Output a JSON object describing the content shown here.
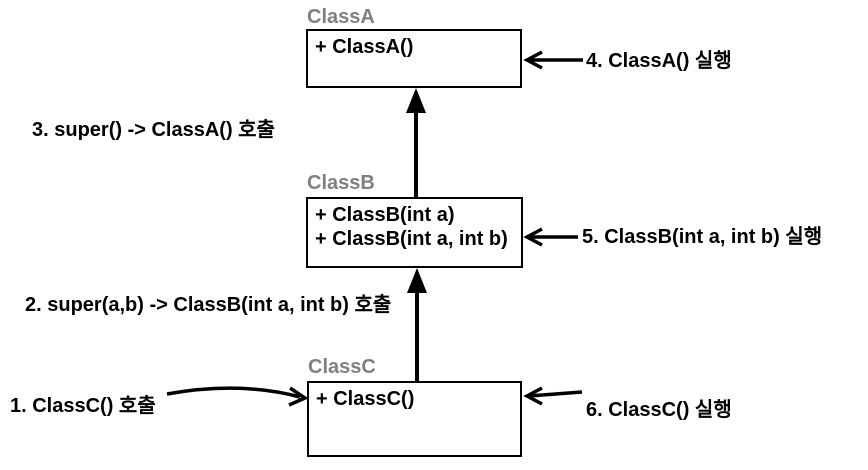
{
  "diagram": {
    "background_color": "#ffffff",
    "class_title_color": "#808080",
    "line_color": "#000000",
    "classes": [
      {
        "title": "ClassA",
        "members": [
          "+ ClassA()"
        ]
      },
      {
        "title": "ClassB",
        "members": [
          "+ ClassB(int a)",
          "+ ClassB(int a, int b)"
        ]
      },
      {
        "title": "ClassC",
        "members": [
          "+ ClassC()"
        ]
      }
    ],
    "annotations": [
      {
        "text": "1. ClassC() 호출"
      },
      {
        "text": "2. super(a,b) -> ClassB(int a, int b) 호출"
      },
      {
        "text": "3. super() -> ClassA() 호출"
      },
      {
        "text": "4. ClassA() 실행"
      },
      {
        "text": "5. ClassB(int a, int b) 실행"
      },
      {
        "text": "6. ClassC() 실행"
      }
    ]
  }
}
